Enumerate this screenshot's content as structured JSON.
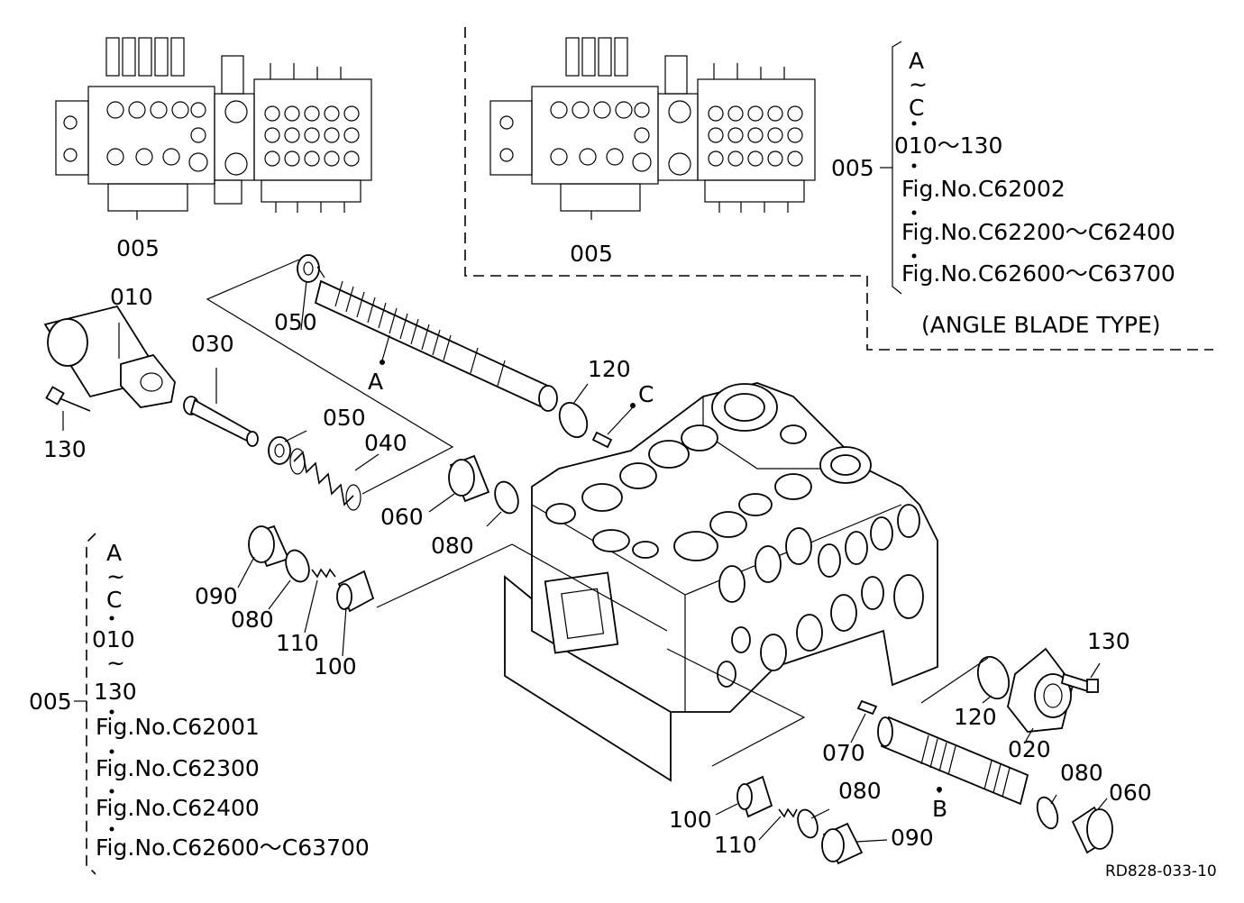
{
  "labels": {
    "top_left_assembly": "005",
    "top_right_assembly": "005",
    "part_010": "010",
    "part_050_top": "050",
    "part_030": "030",
    "spool_a": "A",
    "part_130_left": "130",
    "part_050_mid": "050",
    "part_040": "040",
    "part_120_top": "120",
    "point_c": "C",
    "part_060_left": "060",
    "part_080_mid": "080",
    "part_090_left": "090",
    "part_080_left": "080",
    "part_110_left": "110",
    "part_100_left": "100",
    "part_130_right": "130",
    "part_120_right": "120",
    "part_020": "020",
    "part_070": "070",
    "spool_b": "B",
    "part_080_right": "080",
    "part_060_right": "060",
    "part_080_bottom": "080",
    "part_100_bottom": "100",
    "part_110_bottom": "110",
    "part_090_bottom": "090"
  },
  "note_right": {
    "ref": "005",
    "lines": [
      "A",
      "~",
      "C",
      "010～130",
      "Fig.No.C62002",
      "Fig.No.C62200～C62400",
      "Fig.No.C62600～C63700"
    ],
    "caption": "(ANGLE BLADE TYPE)"
  },
  "note_left": {
    "ref": "005",
    "lines": [
      "A",
      "~",
      "C",
      "010",
      "~",
      "130",
      "Fig.No.C62001",
      "Fig.No.C62300",
      "Fig.No.C62400",
      "Fig.No.C62600～C63700"
    ]
  },
  "drawing_code": "RD828-033-10"
}
